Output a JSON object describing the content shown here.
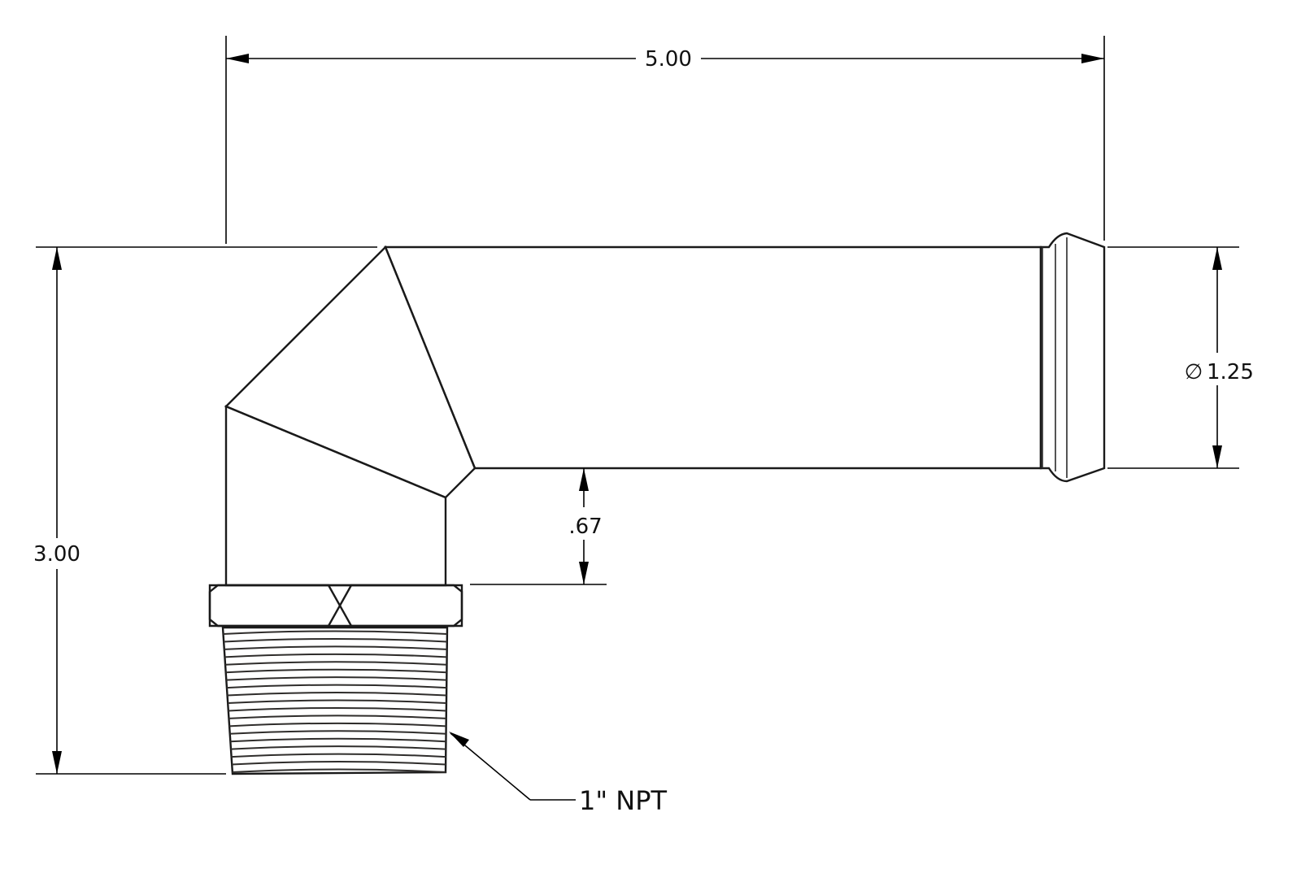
{
  "dimensions": {
    "overall_length": "5.00",
    "overall_height": "3.00",
    "diameter_symbol": "∅",
    "diameter": "1.25",
    "offset": ".67"
  },
  "callout": {
    "thread": "1\" NPT"
  },
  "colors": {
    "metal_dark": "#6e6b68",
    "metal_light": "#d8d4d0",
    "thread": "#7d7a77",
    "line": "#000000"
  }
}
